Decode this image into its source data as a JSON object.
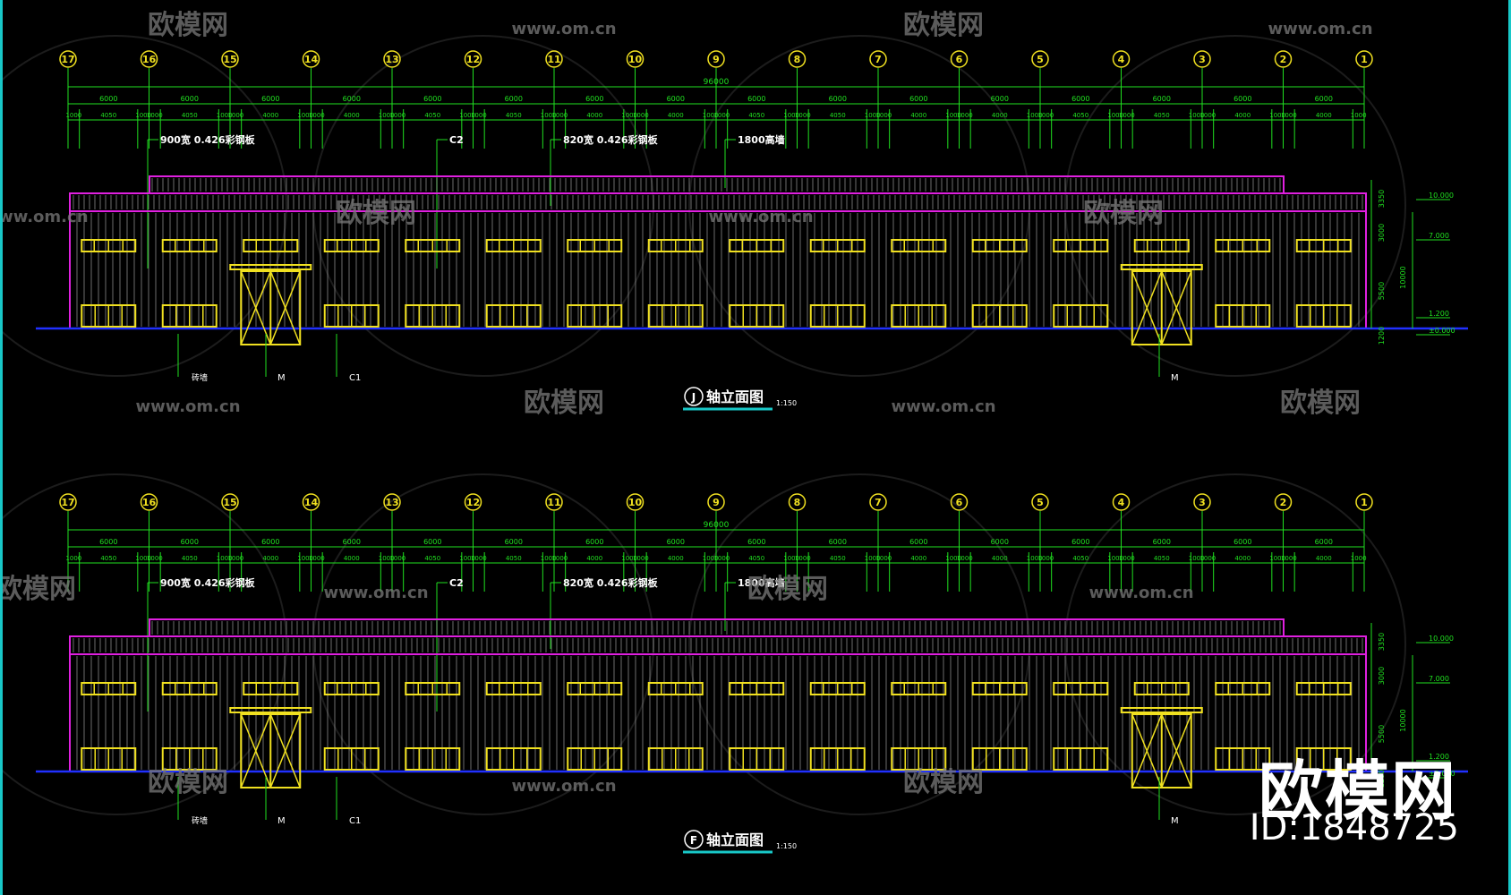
{
  "drawing": {
    "axes": [
      "17",
      "16",
      "15",
      "14",
      "13",
      "12",
      "11",
      "10",
      "9",
      "8",
      "7",
      "6",
      "5",
      "4",
      "3",
      "2",
      "1"
    ],
    "total_dim_top": "96000",
    "total_dim_bottom": "96000",
    "bay_dims_top": [
      "6000",
      "6000",
      "6000",
      "6000",
      "6000",
      "6000",
      "6000",
      "6000",
      "6000",
      "6000",
      "6000",
      "6000",
      "6000",
      "6000",
      "6000",
      "6000"
    ],
    "sub_dims_top": [
      "1000",
      "4050",
      "1000",
      "1000",
      "4050",
      "1000",
      "1000",
      "4000",
      "1000",
      "1000",
      "4000",
      "1000",
      "1000",
      "4050",
      "1000",
      "1000",
      "4050",
      "1000",
      "1000",
      "4000",
      "1000",
      "1000",
      "4000",
      "1000",
      "1000",
      "4050",
      "1000",
      "1000",
      "4050",
      "1000",
      "1000",
      "4000",
      "1000",
      "1000",
      "4000",
      "1000",
      "1000",
      "4050",
      "1000",
      "1000",
      "4050",
      "1000",
      "1000",
      "4000",
      "1000",
      "1000",
      "4000",
      "1000"
    ],
    "sub_dims_bottom": [
      "1000",
      "4050",
      "1000",
      "1000",
      "4050",
      "1000",
      "1000",
      "4000",
      "1000",
      "1000",
      "4000",
      "1000",
      "1000",
      "4050",
      "1000",
      "1000",
      "4050",
      "1000",
      "1000",
      "4000",
      "1000",
      "1000",
      "4000",
      "1000",
      "1000",
      "4050",
      "1000",
      "1000",
      "4050",
      "1000",
      "1000",
      "4000",
      "1000",
      "1000",
      "4000",
      "1000",
      "1000",
      "4050",
      "1000",
      "1000",
      "4050",
      "1000",
      "1000",
      "4000",
      "1000",
      "1000",
      "4000",
      "1000"
    ],
    "callout_panel_900": "900宽 0.426彩钢板",
    "callout_c2": "C2",
    "callout_panel_820": "820宽 0.426彩钢板",
    "callout_1800": "1800高墙",
    "label_base": "砖墙",
    "label_m": "M",
    "label_c1": "C1",
    "elev_heights": [
      "10.000",
      "7.000",
      "1.200",
      "±0.000"
    ],
    "side_dims_top": [
      "3350",
      "3000",
      "5500",
      "1200"
    ],
    "side_total": "10000",
    "side_dims_bottom": [
      "3350",
      "3000",
      "5500",
      "1200"
    ],
    "title_top_circle": "J",
    "title_top_text": "轴立面图",
    "title_top_scale": "1:150",
    "title_bottom_circle": "F",
    "title_bottom_text": "轴立面图",
    "title_bottom_scale": "1:150"
  },
  "watermark": {
    "brand_cn": "欧模网",
    "brand_url": "www.om.cn"
  },
  "brand_badge": {
    "name": "欧模网",
    "id": "ID:1848725"
  },
  "colors": {
    "background": "#000000",
    "dimension": "#20e020",
    "outline": "#e020e0",
    "windows_doors": "#f0e020",
    "ground": "#2030ff",
    "siding": "#b8b8b8",
    "frame_edge": "#18c8c8",
    "watermark": "#7a7a7a",
    "title_underline": "#18c8c8"
  }
}
